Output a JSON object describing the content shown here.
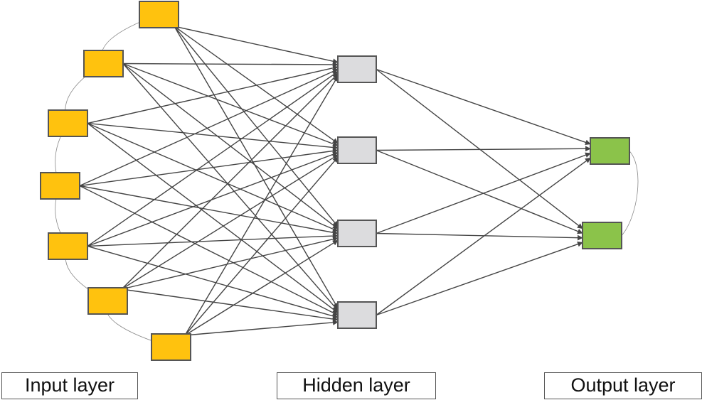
{
  "labels": {
    "input": "Input layer",
    "hidden": "Hidden layer",
    "output": "Output layer"
  },
  "layers": {
    "input": {
      "node_count": 7,
      "fill": "#FFC20E"
    },
    "hidden": {
      "node_count": 4,
      "fill": "#DCDCDE"
    },
    "output": {
      "node_count": 2,
      "fill": "#8BC34A"
    }
  },
  "edges": {
    "input_to_hidden": "all-to-all",
    "hidden_to_output": "all-to-all",
    "color": "#444444"
  },
  "node_border_color": "#555555"
}
